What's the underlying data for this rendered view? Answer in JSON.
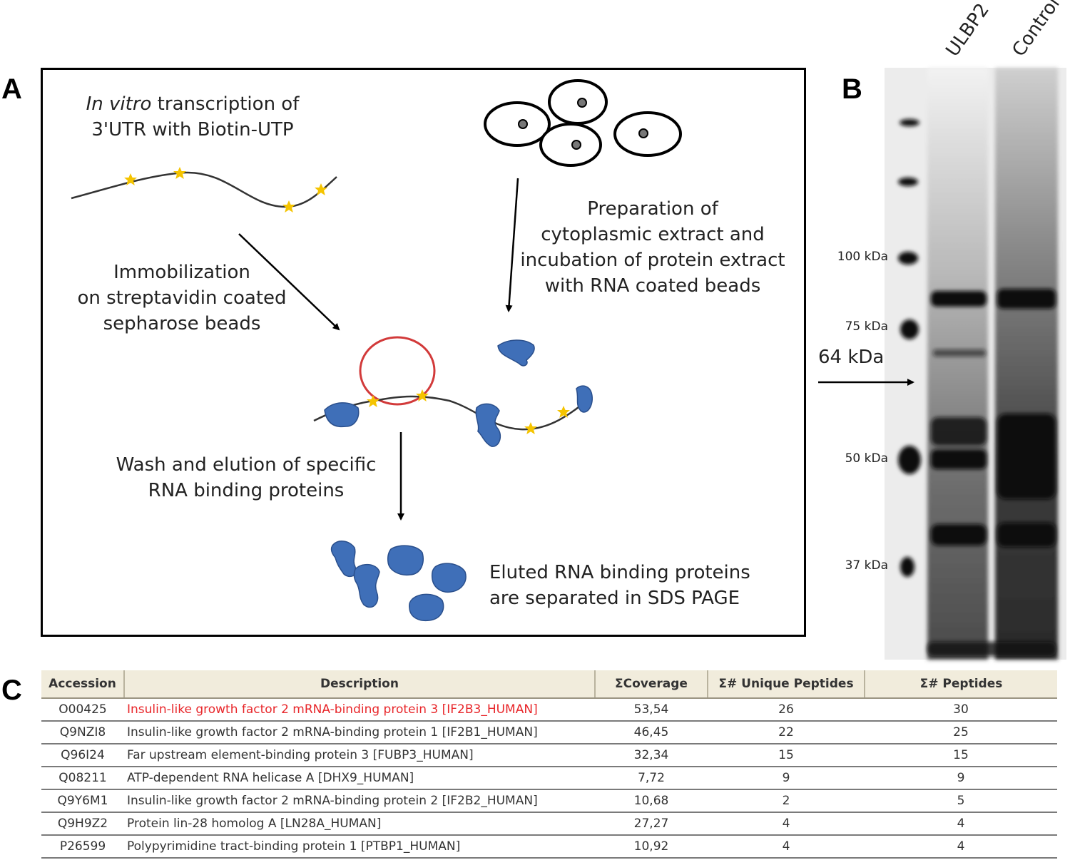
{
  "panels": {
    "a": "A",
    "b": "B",
    "c": "C"
  },
  "schema": {
    "step1_line1_italic": "In vitro",
    "step1_line1_rest": " transcription of",
    "step1_line2": "3'UTR with Biotin-UTP",
    "step2": [
      "Immobilization",
      "on streptavidin coated",
      "sepharose beads"
    ],
    "step3": [
      "Preparation of",
      "cytoplasmic extract and",
      "incubation of protein extract",
      "with RNA coated beads"
    ],
    "step4": [
      "Wash and elution of specific",
      "RNA binding proteins"
    ],
    "step5": [
      "Eluted RNA binding proteins",
      "are separated in SDS PAGE"
    ]
  },
  "gel": {
    "lanes": [
      "ULBP2",
      "Control"
    ],
    "markers": [
      "100 kDa",
      "75 kDa",
      "50 kDa",
      "37 kDa"
    ],
    "arrow_label": "64 kDa"
  },
  "table": {
    "headers": [
      "Accession",
      "Description",
      "ΣCoverage",
      "Σ# Unique Peptides",
      "Σ# Peptides"
    ],
    "rows": [
      [
        "O00425",
        "Insulin-like growth factor 2 mRNA-binding protein 3 [IF2B3_HUMAN]",
        "53,54",
        "26",
        "30"
      ],
      [
        "Q9NZI8",
        "Insulin-like growth factor 2 mRNA-binding protein 1 [IF2B1_HUMAN]",
        "46,45",
        "22",
        "25"
      ],
      [
        "Q96I24",
        "Far upstream element-binding protein 3 [FUBP3_HUMAN]",
        "32,34",
        "15",
        "15"
      ],
      [
        "Q08211",
        "ATP-dependent RNA helicase A [DHX9_HUMAN]",
        "7,72",
        "9",
        "9"
      ],
      [
        "Q9Y6M1",
        "Insulin-like growth factor 2 mRNA-binding protein 2 [IF2B2_HUMAN]",
        "10,68",
        "2",
        "5"
      ],
      [
        "Q9H9Z2",
        "Protein lin-28 homolog A [LN28A_HUMAN]",
        "27,27",
        "4",
        "4"
      ],
      [
        "P26599",
        "Polypyrimidine tract-binding protein 1 [PTBP1_HUMAN]",
        "10,92",
        "4",
        "4"
      ]
    ],
    "highlight_row": 0
  },
  "colors": {
    "protein": "#3f6fb8",
    "bead": "#d23a3a",
    "star": "#f5c400",
    "highlight": "#e8262a"
  }
}
